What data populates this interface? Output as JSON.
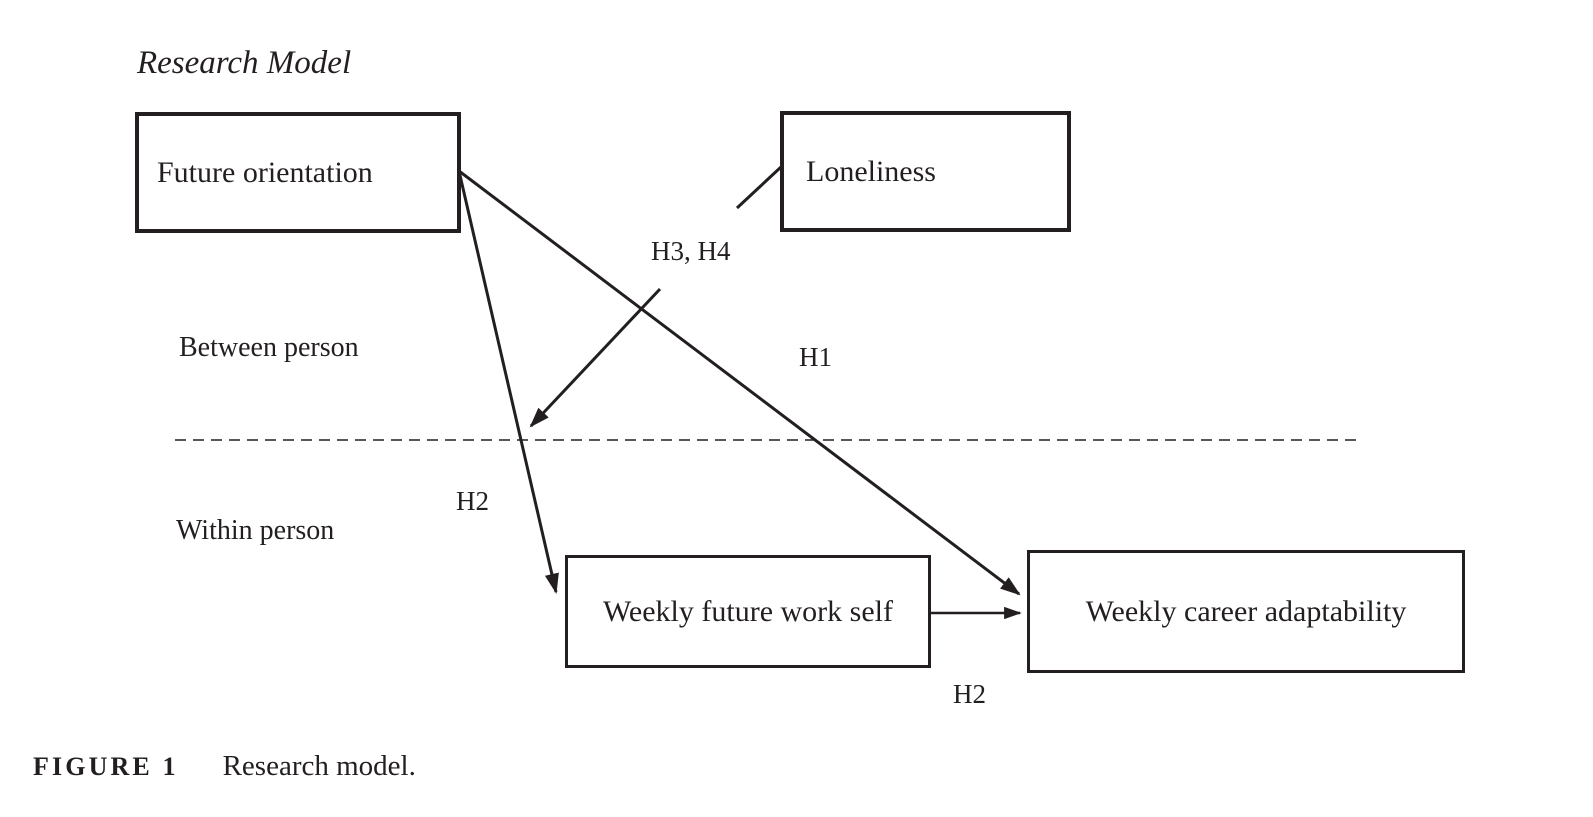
{
  "figure": {
    "title": "Research Model",
    "caption": {
      "label": "FIGURE 1",
      "text": "Research model."
    },
    "boxes": {
      "future_orientation": {
        "label": "Future orientation"
      },
      "loneliness": {
        "label": "Loneliness"
      },
      "weekly_future_work_self": {
        "label": "Weekly future work self"
      },
      "weekly_career_adaptability": {
        "label": "Weekly career adaptability"
      }
    },
    "section_labels": {
      "between_person": "Between person",
      "within_person": "Within person"
    },
    "path_labels": {
      "h3_h4": "H3, H4",
      "h1": "H1",
      "h2_upper": "H2",
      "h2_lower": "H2"
    },
    "edges": [
      {
        "from": "Future orientation",
        "to": "Weekly future work self",
        "label": "H2",
        "type": "direct-arrow"
      },
      {
        "from": "Future orientation",
        "to": "Weekly career adaptability",
        "label": "H1",
        "type": "direct-arrow"
      },
      {
        "from": "Weekly future work self",
        "to": "Weekly career adaptability",
        "label": "H2",
        "type": "direct-arrow"
      },
      {
        "from": "Loneliness",
        "to": "path: Future orientation to Weekly future work self",
        "label": "H3, H4",
        "type": "moderation-arrow"
      },
      {
        "from": "Between person",
        "to": "Within person",
        "type": "dashed-divider"
      }
    ],
    "colors": {
      "ink": "#231f20",
      "background": "#ffffff"
    }
  }
}
